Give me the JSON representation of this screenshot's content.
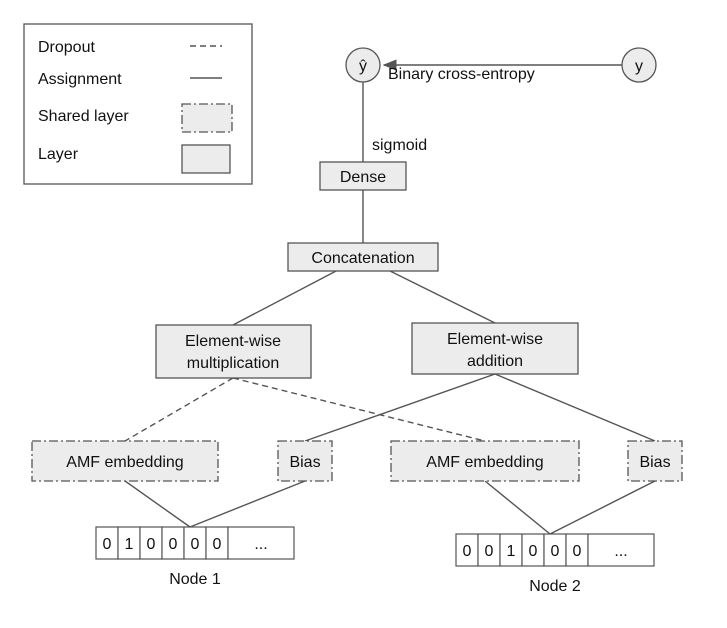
{
  "legend": {
    "dropout": "Dropout",
    "assignment": "Assignment",
    "shared_layer": "Shared layer",
    "layer": "Layer"
  },
  "nodes": {
    "y_hat": "ŷ",
    "y": "y",
    "loss": "Binary cross-entropy",
    "activation": "sigmoid",
    "dense": "Dense",
    "concat": "Concatenation",
    "mult_line1": "Element-wise",
    "mult_line2": "multiplication",
    "add_line1": "Element-wise",
    "add_line2": "addition",
    "amf1": "AMF embedding",
    "bias1": "Bias",
    "amf2": "AMF embedding",
    "bias2": "Bias"
  },
  "inputs": {
    "node1": {
      "label": "Node 1",
      "cells": [
        "0",
        "1",
        "0",
        "0",
        "0",
        "0",
        "..."
      ]
    },
    "node2": {
      "label": "Node 2",
      "cells": [
        "0",
        "0",
        "1",
        "0",
        "0",
        "0",
        "..."
      ]
    }
  }
}
